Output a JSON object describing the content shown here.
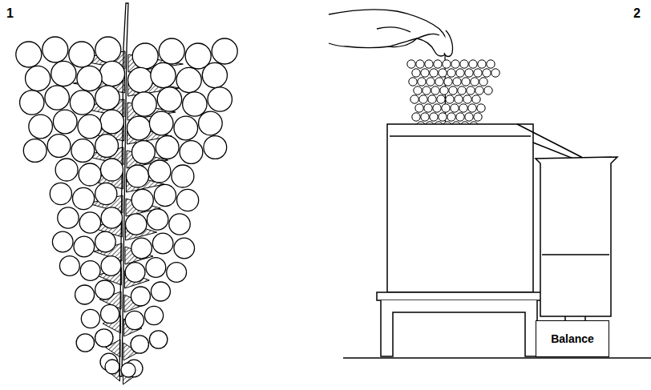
{
  "diagram": {
    "nodes": [
      {
        "text": [
          "Balance"
        ]
      }
    ],
    "labels": [
      "1",
      "2"
    ]
  }
}
